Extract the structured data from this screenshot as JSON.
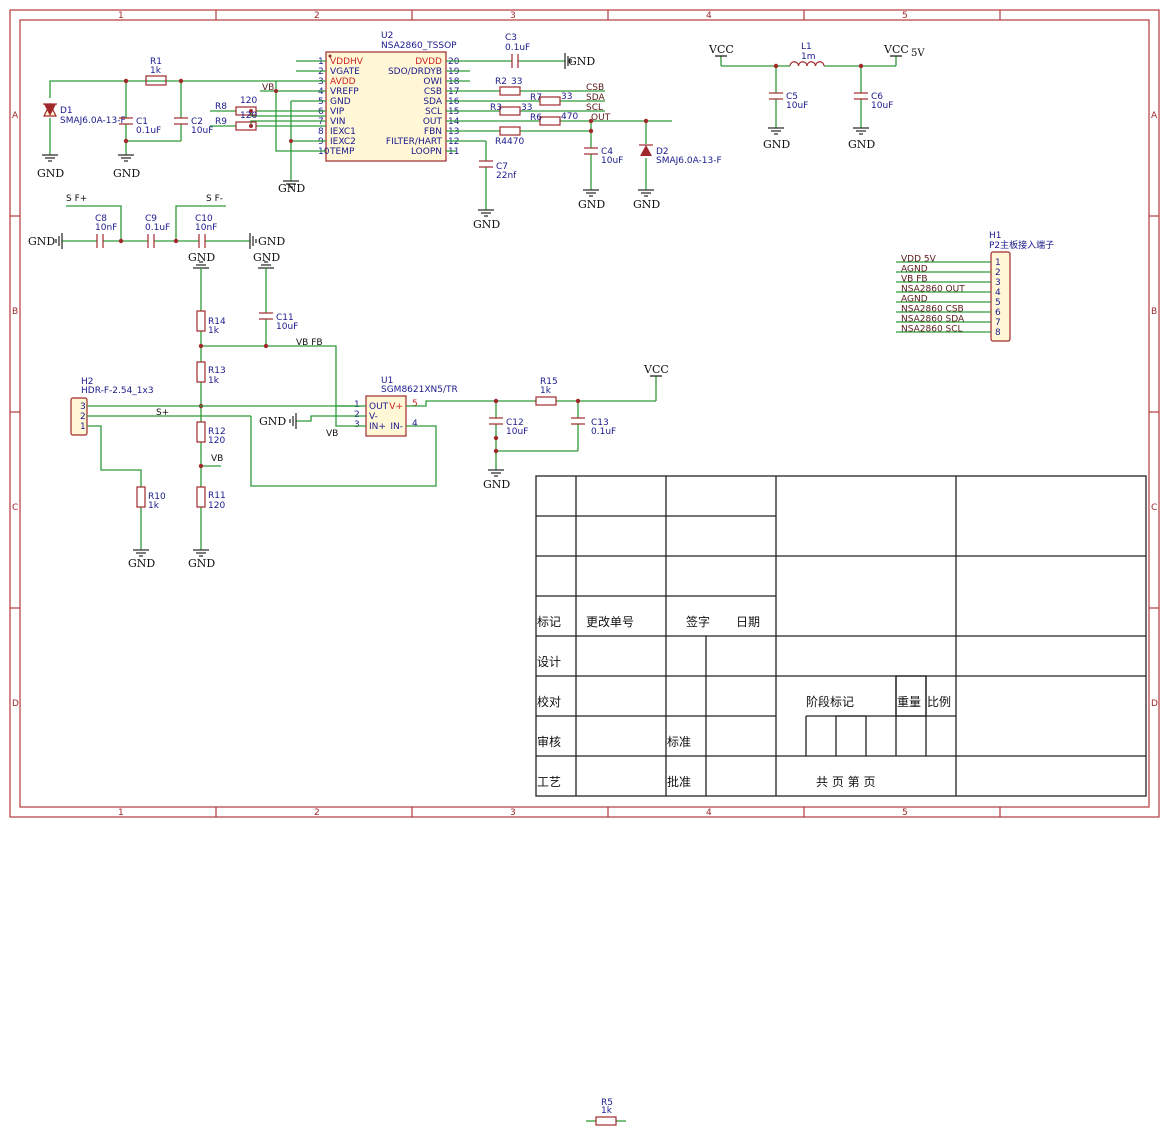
{
  "zones": {
    "cols": [
      "1",
      "2",
      "3",
      "4",
      "5"
    ],
    "rows": [
      "A",
      "B",
      "C",
      "D"
    ]
  },
  "power": {
    "gnd": "GND",
    "vcc": "VCC",
    "vcc5": "5V"
  },
  "u2": {
    "ref": "U2",
    "value": "NSA2860_TSSOP",
    "left_pins": [
      {
        "num": "1",
        "name": "VDDHV",
        "red": true
      },
      {
        "num": "2",
        "name": "VGATE",
        "red": false
      },
      {
        "num": "3",
        "name": "AVDD",
        "red": true
      },
      {
        "num": "4",
        "name": "VREFP",
        "red": false
      },
      {
        "num": "5",
        "name": "GND",
        "red": false
      },
      {
        "num": "6",
        "name": "VIP",
        "red": false
      },
      {
        "num": "7",
        "name": "VIN",
        "red": false
      },
      {
        "num": "8",
        "name": "IEXC1",
        "red": false
      },
      {
        "num": "9",
        "name": "IEXC2",
        "red": false
      },
      {
        "num": "10",
        "name": "TEMP",
        "red": false
      }
    ],
    "right_pins": [
      {
        "num": "20",
        "name": "DVDD",
        "red": true
      },
      {
        "num": "19",
        "name": "SDO/DRDYB",
        "red": false
      },
      {
        "num": "18",
        "name": "OWI",
        "red": false
      },
      {
        "num": "17",
        "name": "CSB",
        "red": false
      },
      {
        "num": "16",
        "name": "SDA",
        "red": false
      },
      {
        "num": "15",
        "name": "SCL",
        "red": false
      },
      {
        "num": "14",
        "name": "OUT",
        "red": false
      },
      {
        "num": "13",
        "name": "FBN",
        "red": false
      },
      {
        "num": "12",
        "name": "FILTER/HART",
        "red": false
      },
      {
        "num": "11",
        "name": "LOOPN",
        "red": false
      }
    ]
  },
  "u1": {
    "ref": "U1",
    "value": "SGM8621XN5/TR",
    "left_pins": [
      {
        "num": "1",
        "name": "OUT"
      },
      {
        "num": "2",
        "name": "V-"
      },
      {
        "num": "3",
        "name": "IN+"
      }
    ],
    "right_pins": [
      {
        "num": "5",
        "name": "V+"
      },
      {
        "num": "4",
        "name": "IN-"
      }
    ]
  },
  "parts": {
    "r1": {
      "ref": "R1",
      "value": "1k"
    },
    "r2": {
      "ref": "R2",
      "value": "33"
    },
    "r3": {
      "ref": "R3",
      "value": "33"
    },
    "r4": {
      "ref": "R4",
      "value": "470"
    },
    "r5": {
      "ref": "R5",
      "value": "1k"
    },
    "r6": {
      "ref": "R6",
      "value": "470"
    },
    "r7": {
      "ref": "R7",
      "value": "33"
    },
    "r8": {
      "ref": "R8",
      "value": "120"
    },
    "r9": {
      "ref": "R9",
      "value": "120"
    },
    "r10": {
      "ref": "R10",
      "value": "1k"
    },
    "r11": {
      "ref": "R11",
      "value": "120"
    },
    "r12": {
      "ref": "R12",
      "value": "120"
    },
    "r13": {
      "ref": "R13",
      "value": "1k"
    },
    "r14": {
      "ref": "R14",
      "value": "1k"
    },
    "r15": {
      "ref": "R15",
      "value": "1k"
    },
    "c1": {
      "ref": "C1",
      "value": "0.1uF"
    },
    "c2": {
      "ref": "C2",
      "value": "10uF"
    },
    "c3": {
      "ref": "C3",
      "value": "0.1uF"
    },
    "c4": {
      "ref": "C4",
      "value": "10uF"
    },
    "c5": {
      "ref": "C5",
      "value": "10uF"
    },
    "c6": {
      "ref": "C6",
      "value": "10uF"
    },
    "c7": {
      "ref": "C7",
      "value": "22nf"
    },
    "c8": {
      "ref": "C8",
      "value": "10nF"
    },
    "c9": {
      "ref": "C9",
      "value": "0.1uF"
    },
    "c10": {
      "ref": "C10",
      "value": "10nF"
    },
    "c11": {
      "ref": "C11",
      "value": "10uF"
    },
    "c12": {
      "ref": "C12",
      "value": "10uF"
    },
    "c13": {
      "ref": "C13",
      "value": "0.1uF"
    },
    "d1": {
      "ref": "D1",
      "value": "SMAJ6.0A-13-F"
    },
    "d2": {
      "ref": "D2",
      "value": "SMAJ6.0A-13-F"
    },
    "l1": {
      "ref": "L1",
      "value": "1m"
    }
  },
  "nets": {
    "vb": "VB",
    "vbfb": "VB FB",
    "csb": "CSB",
    "sda": "SDA",
    "scl": "SCL",
    "out": "OUT",
    "sfp": "S F+",
    "sfm": "S F-",
    "sp": "S+"
  },
  "h1": {
    "ref": "H1",
    "value": "P2主板接入端子",
    "pins": [
      {
        "num": "1",
        "net": "VDD 5V"
      },
      {
        "num": "2",
        "net": "AGND"
      },
      {
        "num": "3",
        "net": "VB FB"
      },
      {
        "num": "4",
        "net": "NSA2860 OUT"
      },
      {
        "num": "5",
        "net": "AGND"
      },
      {
        "num": "6",
        "net": "NSA2860 CSB"
      },
      {
        "num": "7",
        "net": "NSA2860 SDA"
      },
      {
        "num": "8",
        "net": "NSA2860 SCL"
      }
    ]
  },
  "h2": {
    "ref": "H2",
    "value": "HDR-F-2.54_1x3",
    "pins": [
      "3",
      "2",
      "1"
    ]
  },
  "title_block": {
    "mark": "标记",
    "change_no": "更改单号",
    "sign": "签字",
    "date": "日期",
    "design": "设计",
    "check": "校对",
    "review": "审核",
    "process": "工艺",
    "standard": "标准",
    "approve": "批准",
    "stage_mark": "阶段标记",
    "weight": "重量",
    "scale": "比例",
    "sheets": "共  页  第  页"
  }
}
